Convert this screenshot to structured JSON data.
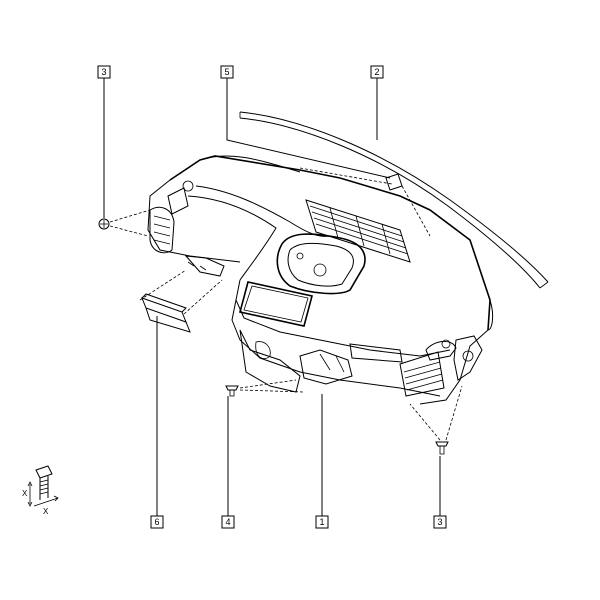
{
  "callouts": {
    "c3_top": "3",
    "c5": "5",
    "c2": "2",
    "c6": "6",
    "c4": "4",
    "c1": "1",
    "c3_bottom": "3"
  },
  "axes": {
    "x_vertical": "X",
    "x_horizontal": "X"
  }
}
